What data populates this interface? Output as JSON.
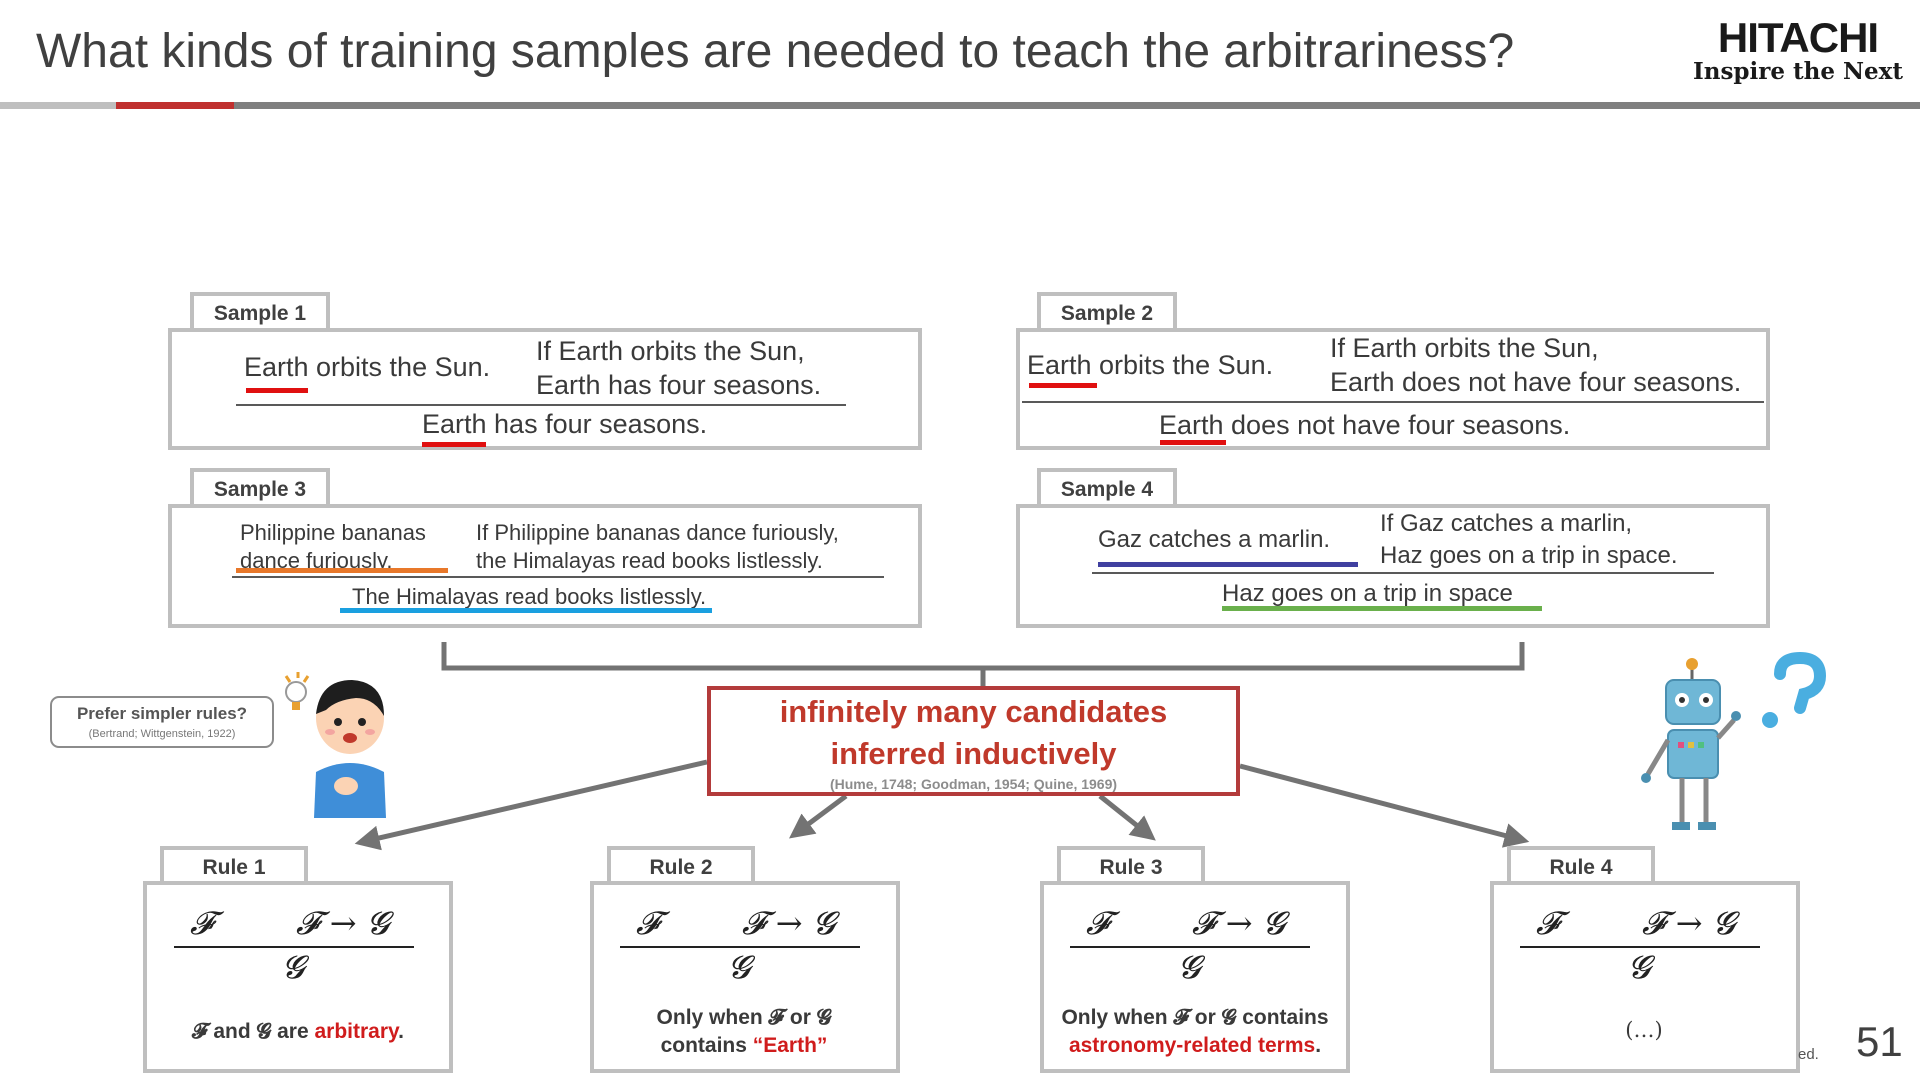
{
  "header": {
    "title": "What kinds of training samples are needed to teach the arbitrariness?",
    "logo_main": "HITACHI",
    "logo_sub": "Inspire the Next"
  },
  "samples": [
    {
      "tab": "Sample 1",
      "premise1": "Earth orbits the Sun.",
      "premise2a": "If Earth orbits the Sun,",
      "premise2b": "Earth has four seasons.",
      "conclusion": "Earth has four seasons."
    },
    {
      "tab": "Sample 2",
      "premise1": "Earth orbits the Sun.",
      "premise2a": "If Earth orbits the Sun,",
      "premise2b": "Earth does not have four seasons.",
      "conclusion": "Earth does not have four seasons."
    },
    {
      "tab": "Sample 3",
      "premise1a": "Philippine bananas",
      "premise1b": "dance furiously.",
      "premise2a": "If Philippine bananas dance furiously,",
      "premise2b": "the Himalayas read books listlessly.",
      "conclusion": "The Himalayas read books listlessly."
    },
    {
      "tab": "Sample 4",
      "premise1": "Gaz catches a marlin.",
      "premise2a": "If Gaz catches a marlin,",
      "premise2b": "Haz goes on a trip in space.",
      "conclusion": "Haz goes on a trip in space"
    }
  ],
  "candidates": {
    "line1": "infinitely many candidates",
    "line2": "inferred inductively",
    "cite": "(Hume, 1748; Goodman, 1954; Quine, 1969)"
  },
  "preference": {
    "title": "Prefer simpler rules?",
    "cite": "(Bertrand; Wittgenstein, 1922)"
  },
  "rules": [
    {
      "tab": "Rule 1",
      "f": "𝓕",
      "impl": "𝓕 → 𝓖",
      "g": "𝓖",
      "desc_line1_pre": "𝓕 and 𝓖 are ",
      "desc_line1_red": "arbitrary",
      "desc_line1_post": "."
    },
    {
      "tab": "Rule 2",
      "f": "𝓕",
      "impl": "𝓕 → 𝓖",
      "g": "𝓖",
      "desc_line1": "Only when 𝓕 or 𝓖",
      "desc_line2_pre": "contains ",
      "desc_line2_red": "“Earth”"
    },
    {
      "tab": "Rule 3",
      "f": "𝓕",
      "impl": "𝓕 → 𝓖",
      "g": "𝓖",
      "desc_line1": "Only when 𝓕 or 𝓖 contains",
      "desc_line2_red": "astronomy-related terms",
      "desc_line2_post": "."
    },
    {
      "tab": "Rule 4",
      "f": "𝓕",
      "impl": "𝓕 → 𝓖",
      "g": "𝓖",
      "desc_line1": "(…)"
    }
  ],
  "footer": {
    "page_number": "51",
    "fragment": "ed."
  },
  "colors": {
    "accent_red": "#c0302f",
    "underline_red": "#e01010",
    "underline_orange": "#e8782a",
    "underline_blue": "#1aa0e0",
    "underline_purple": "#4040a0",
    "underline_green": "#6ab04c"
  }
}
